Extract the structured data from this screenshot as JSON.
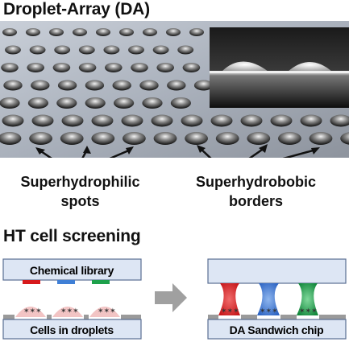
{
  "title_top": "Droplet-Array (DA)",
  "labels": {
    "spots": [
      "Superhydrophilic",
      "spots"
    ],
    "borders": [
      "Superhydrobobic",
      "borders"
    ]
  },
  "title_bottom": "HT cell screening",
  "schematic": {
    "left_top_box": "Chemical library",
    "left_bottom_box": "Cells in droplets",
    "right_bottom_box": "DA Sandwich chip"
  },
  "colors": {
    "box_fill": "#dde6f4",
    "box_stroke": "#5a6f92",
    "droplet_pink": "#f2c4c4",
    "red": "#d7191c",
    "blue": "#3f7fd6",
    "green": "#1ea14b",
    "arrow": "#a0a0a0"
  }
}
